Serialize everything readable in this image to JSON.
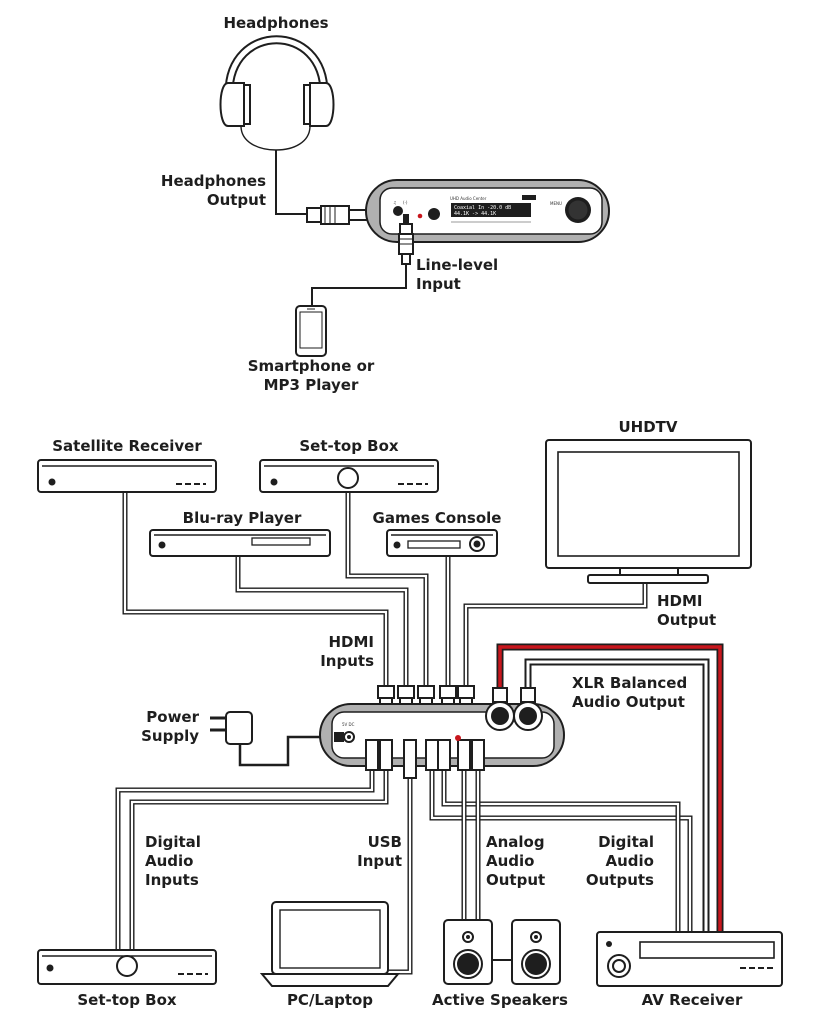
{
  "labels": {
    "headphones": "Headphones",
    "headphones_output_1": "Headphones",
    "headphones_output_2": "Output",
    "line_level_1": "Line-level",
    "line_level_2": "Input",
    "smartphone_1": "Smartphone or",
    "smartphone_2": "MP3 Player",
    "satellite_receiver": "Satellite Receiver",
    "settop_top": "Set-top Box",
    "uhdtv": "UHDTV",
    "bluray": "Blu-ray Player",
    "games_console": "Games Console",
    "hdmi_output_1": "HDMI",
    "hdmi_output_2": "Output",
    "hdmi_inputs_1": "HDMI",
    "hdmi_inputs_2": "Inputs",
    "xlr_1": "XLR Balanced",
    "xlr_2": "Audio Output",
    "power_1": "Power",
    "power_2": "Supply",
    "digital_in_1": "Digital",
    "digital_in_2": "Audio",
    "digital_in_3": "Inputs",
    "usb_1": "USB",
    "usb_2": "Input",
    "analog_1": "Analog",
    "analog_2": "Audio",
    "analog_3": "Output",
    "digital_out_1": "Digital",
    "digital_out_2": "Audio",
    "digital_out_3": "Outputs",
    "settop_bottom": "Set-top Box",
    "pc": "PC/Laptop",
    "speakers": "Active Speakers",
    "av_receiver": "AV Receiver"
  },
  "front_panel": {
    "model": "UHD Audio Center",
    "lcd_row1": "Coaxial    In    -20.0 dB",
    "lcd_row2": "44.1K       ->     44.1K"
  },
  "colors": {
    "cable_red": "#c8161d",
    "outline": "#1e1e1e",
    "device_accent": "#b0b0b0"
  }
}
